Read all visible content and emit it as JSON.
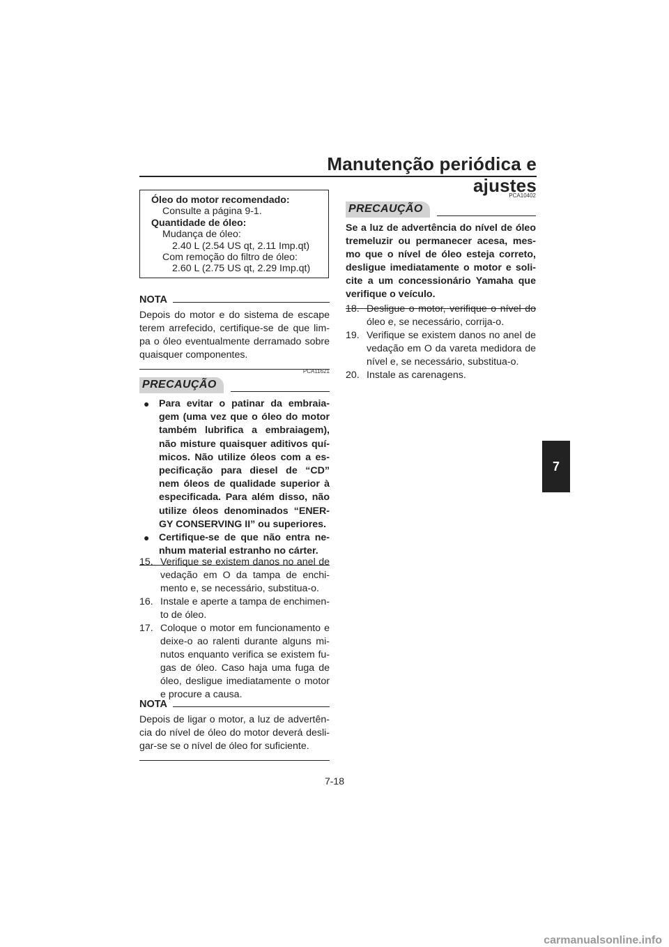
{
  "header": {
    "title": "Manutenção periódica e ajustes",
    "chapter_tab": "7"
  },
  "spec_box": {
    "label_oil": "Óleo do motor recomendado:",
    "value_oil": "Consulte a página 9-1.",
    "label_qty": "Quantidade de óleo:",
    "change_label": "Mudança de óleo:",
    "change_value": "2.40 L (2.54 US qt, 2.11 Imp.qt)",
    "filter_label": "Com remoção do filtro de óleo:",
    "filter_value": "2.60 L (2.75 US qt, 2.29 Imp.qt)"
  },
  "nota1": {
    "label": "NOTA",
    "text": "Depois do motor e do sistema de escape terem arrefecido, certifique-se de que lim-pa o óleo eventualmente derramado sobre quaisquer componentes."
  },
  "caution1": {
    "code": "PCA11621",
    "label": "PRECAUÇÃO",
    "bullets": [
      "Para evitar o patinar da embraia-gem (uma vez que o óleo do motor também lubrifica a embraiagem), não misture quaisquer aditivos quí-micos. Não utilize óleos com a es-pecificação para diesel de “CD” nem óleos de qualidade superior à especificada. Para além disso, não utilize óleos denominados “ENER-GY CONSERVING II” ou superiores.",
      "Certifique-se de que não entra ne-nhum material estranho no cárter."
    ]
  },
  "steps_left": [
    {
      "num": "15.",
      "text": "Verifique se existem danos no anel de vedação em O da tampa de enchi-mento e, se necessário, substitua-o."
    },
    {
      "num": "16.",
      "text": "Instale e aperte a tampa de enchimen-to de óleo."
    },
    {
      "num": "17.",
      "text": "Coloque o motor em funcionamento e deixe-o ao ralenti durante alguns mi-nutos enquanto verifica se existem fu-gas de óleo. Caso haja uma fuga de óleo, desligue imediatamente o motor e procure a causa."
    }
  ],
  "nota2": {
    "label": "NOTA",
    "text": "Depois de ligar o motor, a luz de advertên-cia do nível de óleo do motor deverá desli-gar-se se o nível de óleo for suficiente."
  },
  "caution2": {
    "code": "PCA10402",
    "label": "PRECAUÇÃO",
    "text": "Se a luz de advertência do nível de óleo tremeluzir ou permanecer acesa, mes-mo que o nível de óleo esteja correto, desligue imediatamente o motor e soli-cite a um concessionário Yamaha que verifique o veículo."
  },
  "steps_right": [
    {
      "num": "18.",
      "text": "Desligue o motor, verifique o nível do óleo e, se necessário, corrija-o."
    },
    {
      "num": "19.",
      "text": "Verifique se existem danos no anel de vedação em O da vareta medidora de nível e, se necessário, substitua-o."
    },
    {
      "num": "20.",
      "text": "Instale as carenagens."
    }
  ],
  "page_number": "7-18",
  "watermark": "carmanualsonline.info"
}
